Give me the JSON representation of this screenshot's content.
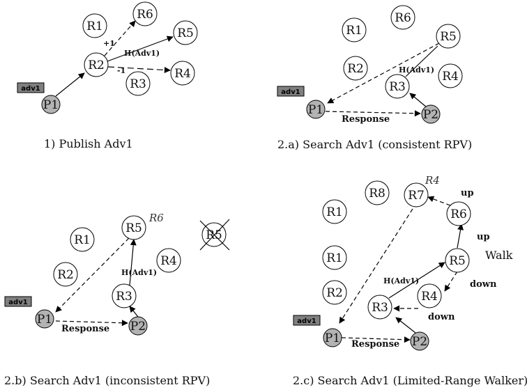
{
  "captions": {
    "a": "1) Publish Adv1",
    "b": "2.a) Search Adv1 (consistent RPV)",
    "c": "2.b) Search Adv1 (inconsistent RPV)",
    "d": "2.c) Search Adv1 (Limited-Range Walker)"
  },
  "nodes": {
    "R1": "R1",
    "R2": "R2",
    "R3": "R3",
    "R4": "R4",
    "R5": "R5",
    "R6": "R6",
    "R7": "R7",
    "R8": "R8",
    "P1": "P1",
    "P2": "P2"
  },
  "labels": {
    "adv": "adv1",
    "plus": "+1",
    "minus": "-1",
    "hash": "H(Adv1)",
    "response": "Response",
    "up": "up",
    "down": "down",
    "walk": "Walk",
    "r6_ital": "R6",
    "r4_ital": "R4"
  },
  "colors": {
    "peer_fill": "#b3b3b3",
    "adv_fill": "#808080"
  }
}
